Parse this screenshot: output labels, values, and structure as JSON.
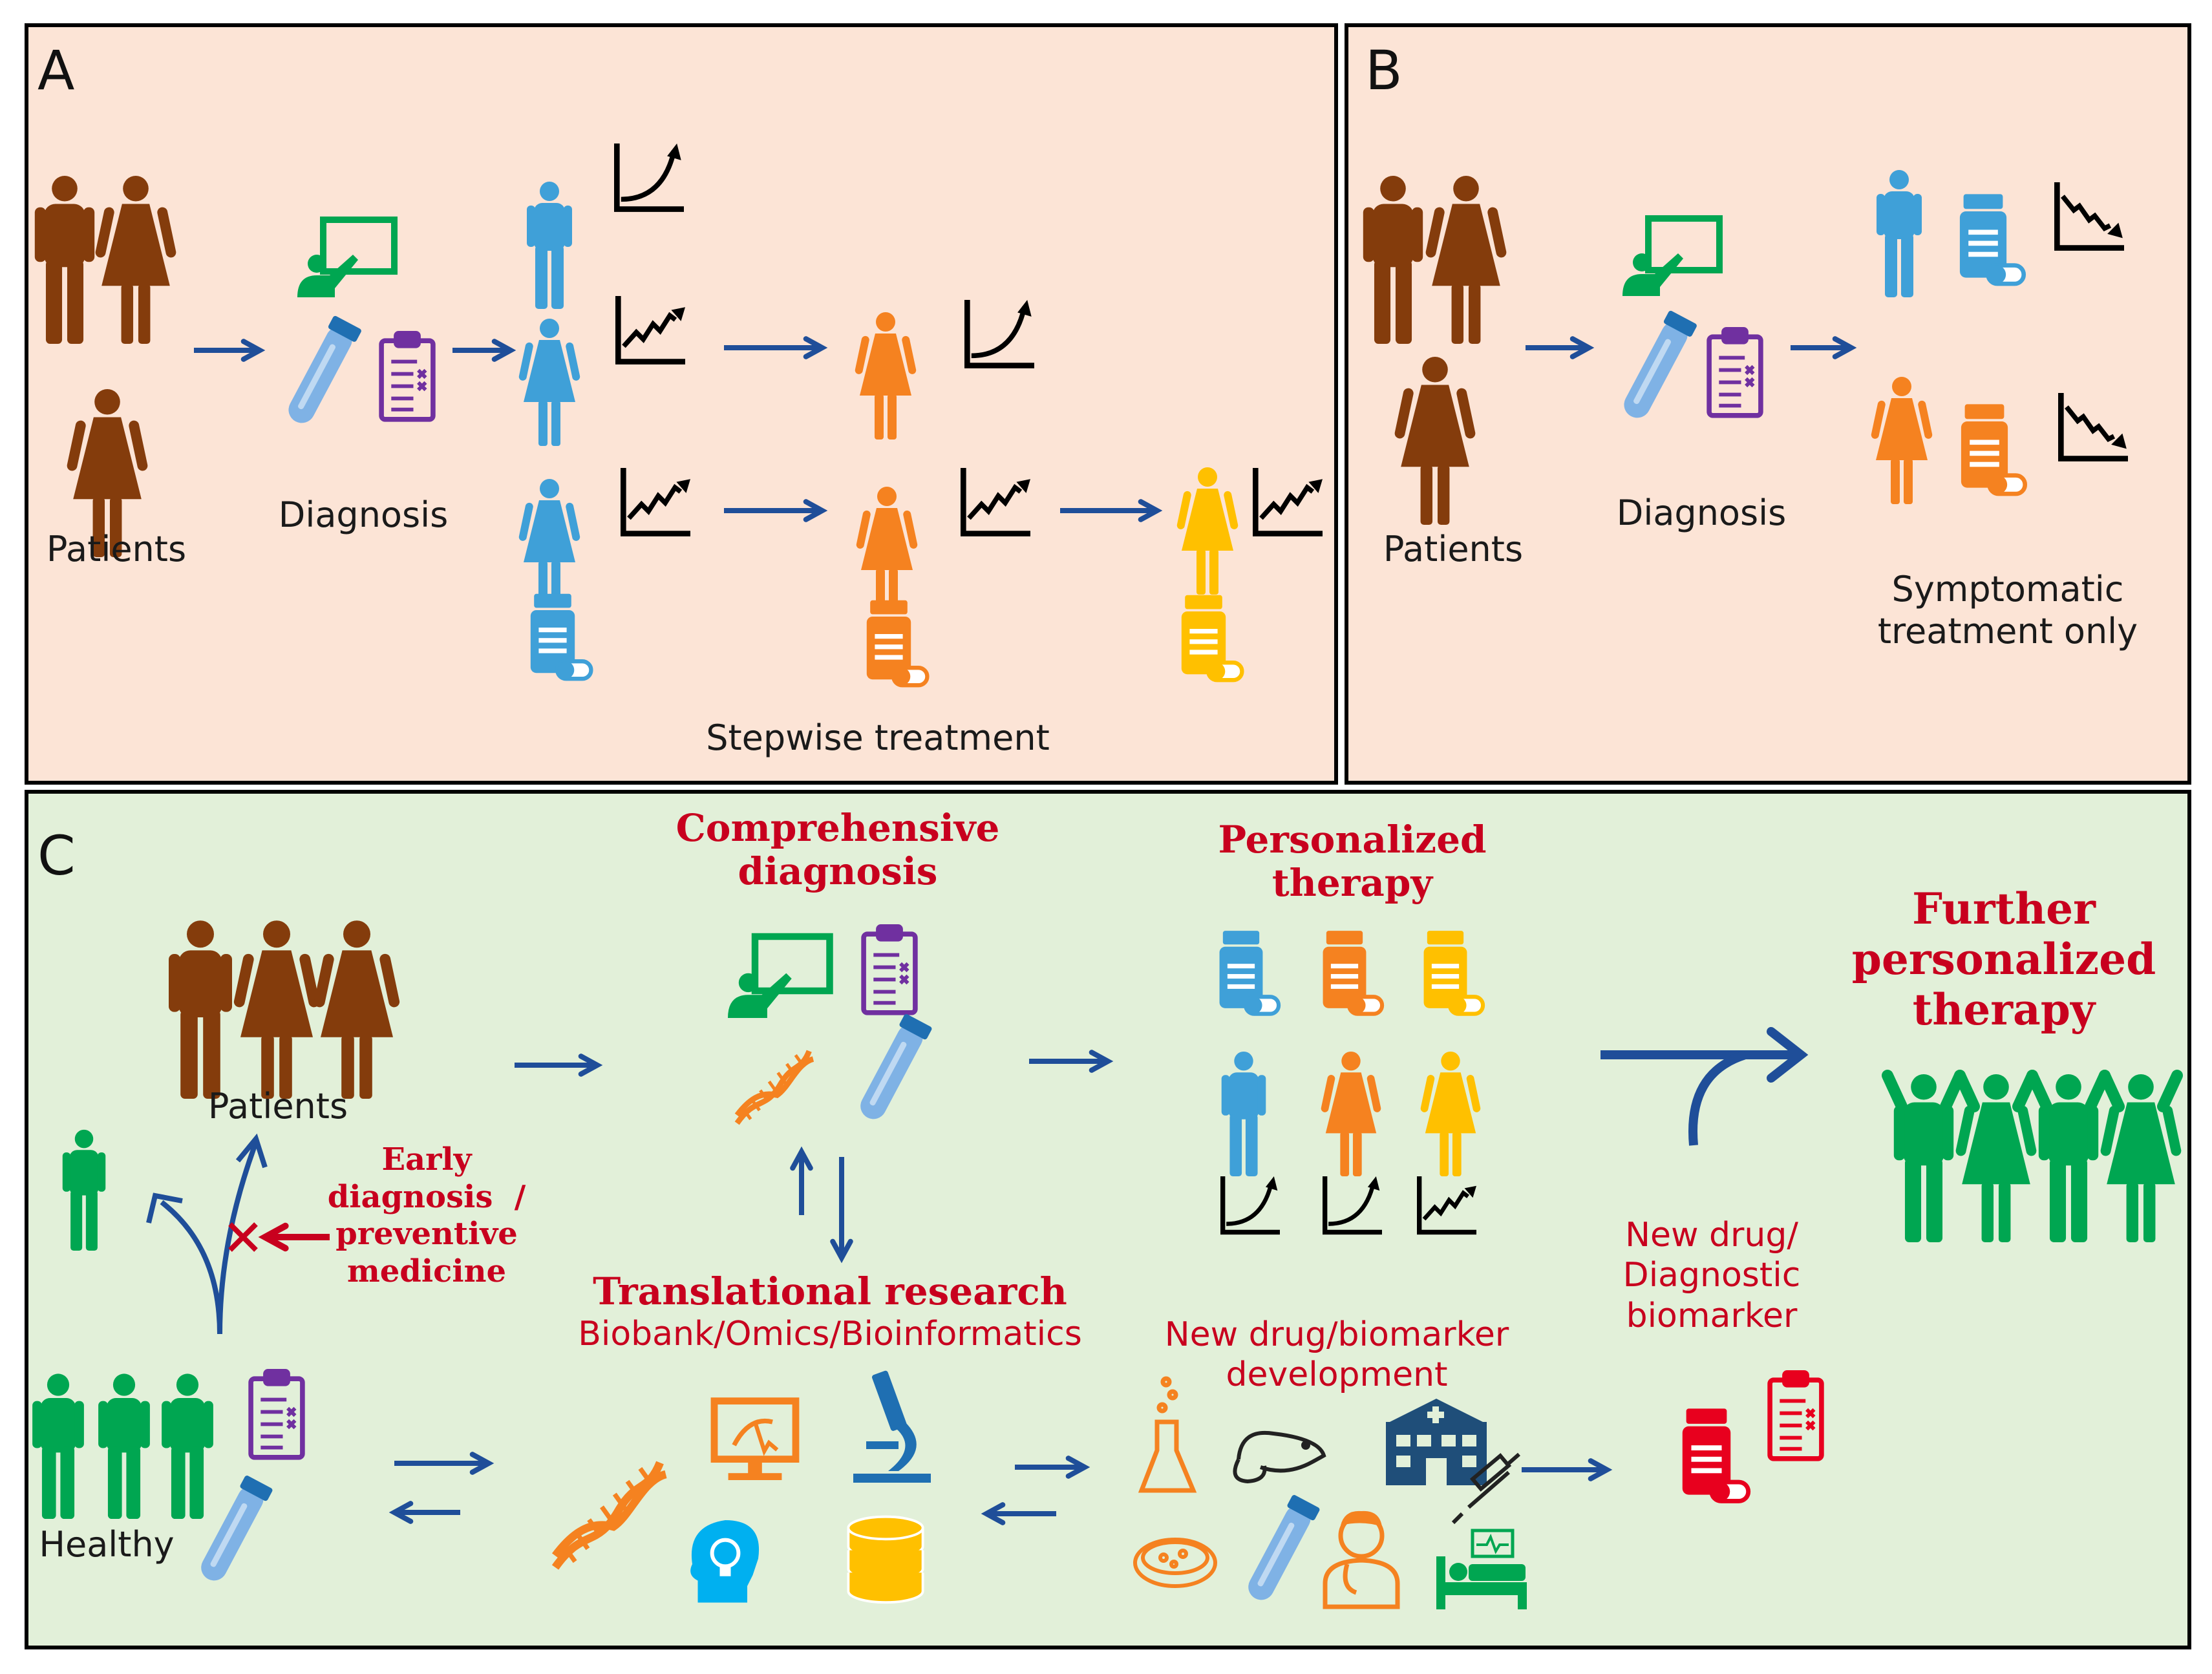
{
  "colors": {
    "panel_ab_bg": "#fce4d6",
    "panel_c_bg": "#e2f0d9",
    "patient_brown": "#843c0c",
    "blue": "#3fa0d8",
    "orange": "#f58220",
    "yellow": "#ffc000",
    "green": "#00a651",
    "purple": "#7030a0",
    "red": "#c8001e",
    "arrow_blue": "#1f4e99"
  },
  "panel_a": {
    "letter": "A",
    "patients_label": "Patients",
    "diagnosis_label": "Diagnosis",
    "stepwise_label": "Stepwise treatment"
  },
  "panel_b": {
    "letter": "B",
    "patients_label": "Patients",
    "diagnosis_label": "Diagnosis",
    "symptomatic_label": "Symptomatic\ntreatment only"
  },
  "panel_c": {
    "letter": "C",
    "patients_label": "Patients",
    "healthy_label": "Healthy",
    "comprehensive_diagnosis": "Comprehensive\ndiagnosis",
    "personalized_therapy": "Personalized\ntherapy",
    "further_personalized": "Further\npersonalized\ntherapy",
    "early_diagnosis": "Early\ndiagnosis  /\npreventive\nmedicine",
    "translational_title": "Translational  research",
    "translational_sub": "Biobank/Omics/Bioinformatics",
    "new_drug_dev": "New drug/biomarker\ndevelopment",
    "new_drug_diag": "New drug/\nDiagnostic\nbiomarker"
  }
}
